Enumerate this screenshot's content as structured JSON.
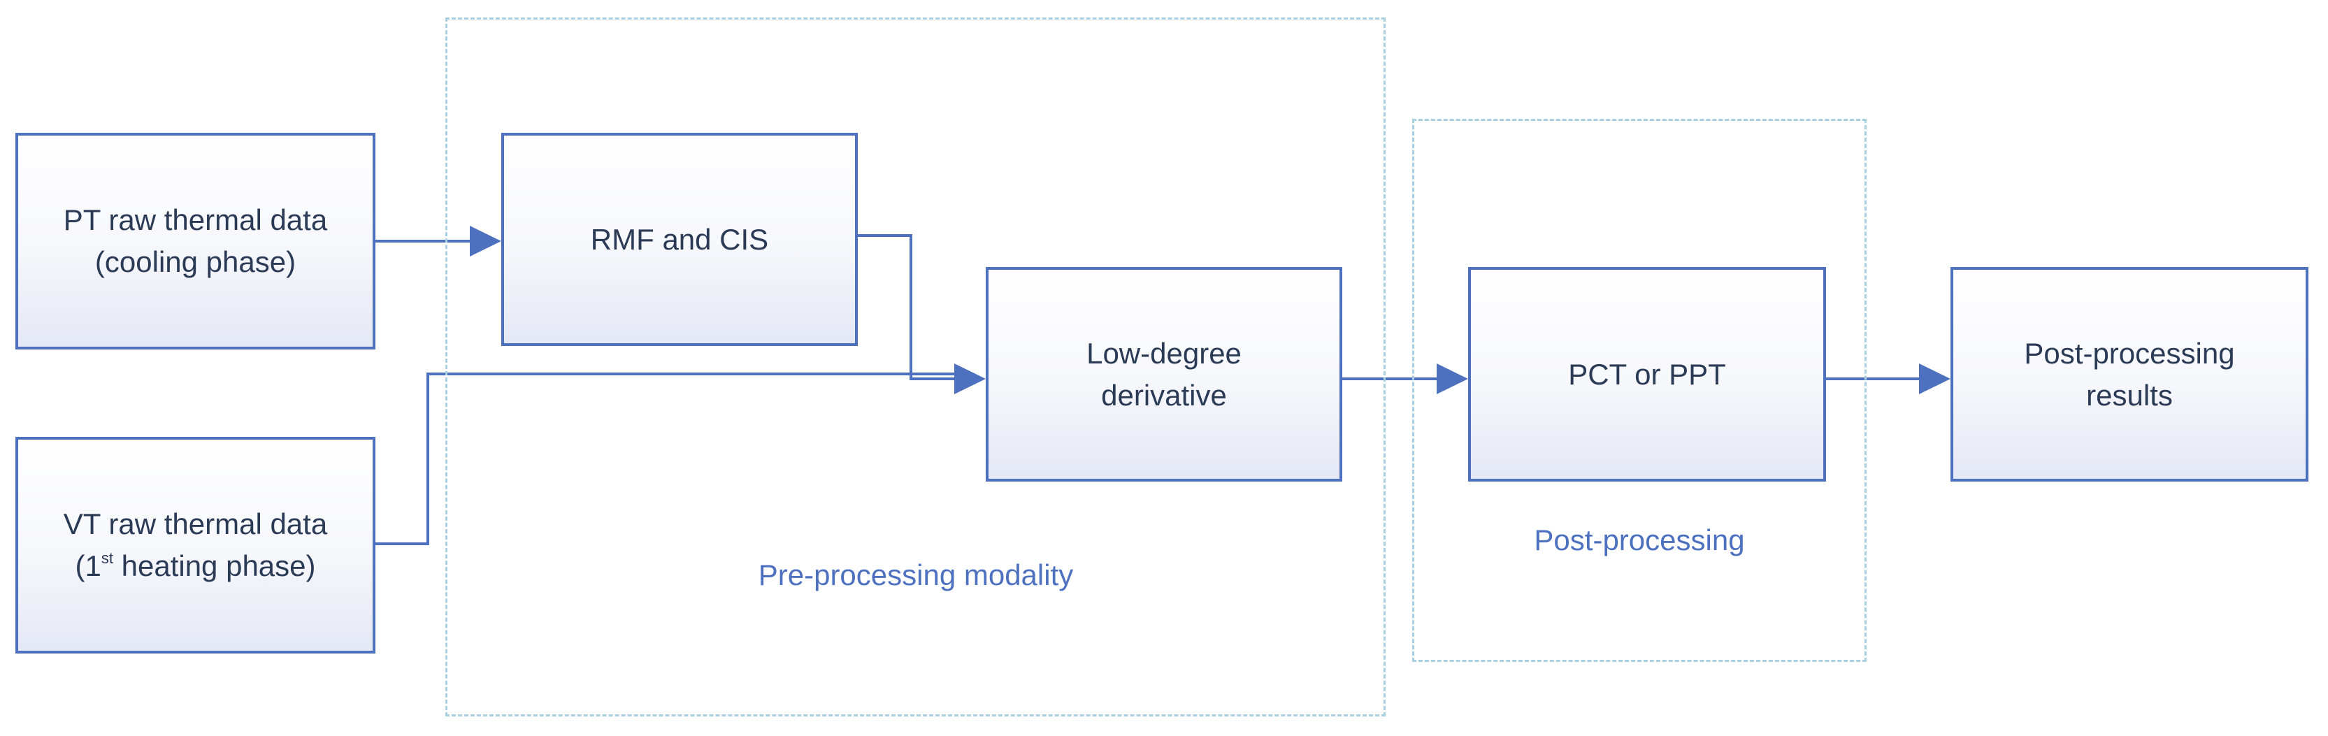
{
  "groups": {
    "preprocessing": {
      "label": "Pre-processing modality"
    },
    "postprocessing": {
      "label": "Post-processing"
    }
  },
  "nodes": {
    "pt_data": {
      "line1": "PT raw thermal data",
      "line2": "(cooling phase)"
    },
    "vt_data": {
      "line1_pre": "VT raw thermal data",
      "line2_pre": "(1",
      "line2_sup": "st",
      "line2_post": " heating phase)"
    },
    "rmf": {
      "label": "RMF and CIS"
    },
    "low_degree": {
      "line1": "Low-degree",
      "line2": "derivative"
    },
    "pct_ppt": {
      "label": "PCT or PPT"
    },
    "results": {
      "line1": "Post-processing",
      "line2": "results"
    }
  },
  "colors": {
    "box_border": "#4e71bf",
    "arrow": "#4e71bf",
    "group_border": "#a9cfe0",
    "group_label": "#4e71bf",
    "node_text": "#2b3a55"
  }
}
